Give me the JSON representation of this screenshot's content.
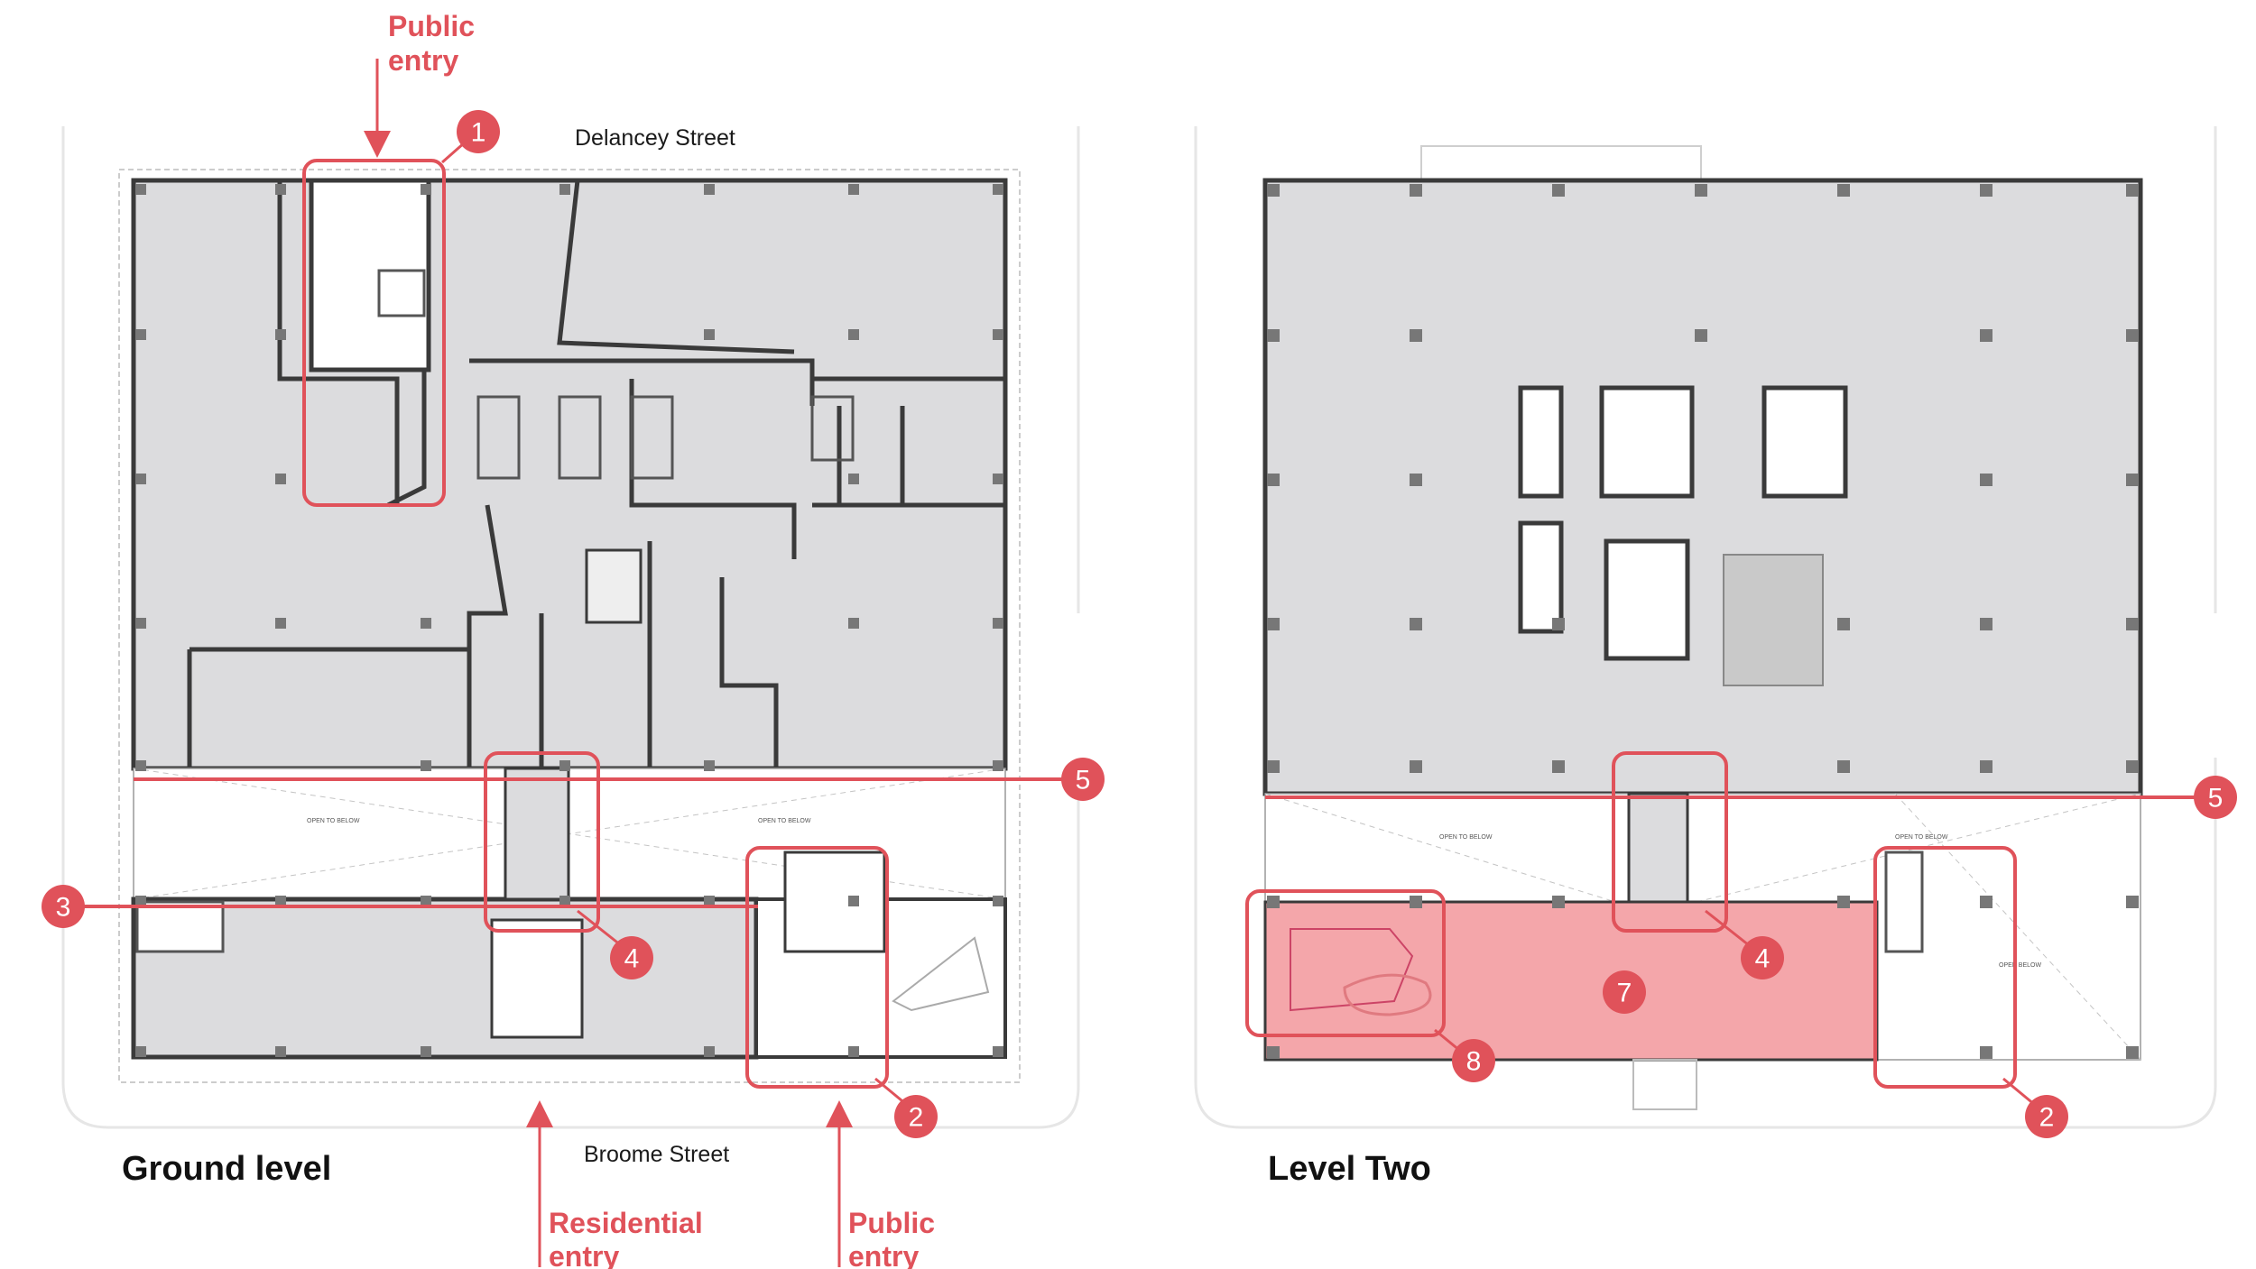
{
  "plans": [
    {
      "id": "ground",
      "title": "Ground level",
      "street_top": "Delancey Street",
      "street_bottom": "Broome Street",
      "open_labels": [
        "OPEN TO BELOW",
        "OPEN TO BELOW"
      ]
    },
    {
      "id": "level-two",
      "title": "Level Two",
      "open_labels": [
        "OPEN TO BELOW",
        "OPEN TO BELOW",
        "OPEN BELOW"
      ]
    }
  ],
  "entries": {
    "public_top": [
      "Public",
      "entry"
    ],
    "residential": [
      "Residential",
      "entry"
    ],
    "public_bottom": [
      "Public",
      "entry"
    ]
  },
  "markers": {
    "ground": [
      "1",
      "2",
      "3",
      "4",
      "5"
    ],
    "level_two": [
      "2",
      "4",
      "5",
      "7",
      "8"
    ]
  },
  "colors": {
    "accent": "#e0525a",
    "floor": "#dcdcde",
    "wall": "#3a3a3a",
    "highlight_fill": "#f4a6aa"
  }
}
